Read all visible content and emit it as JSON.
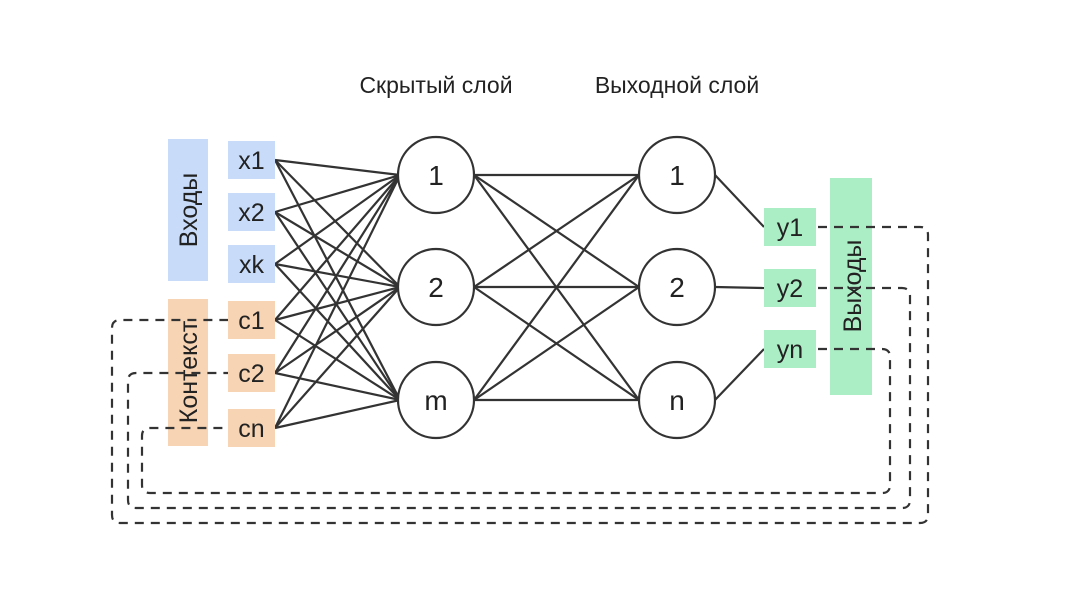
{
  "headers": {
    "hidden_layer": "Скрытый слой",
    "output_layer": "Выходной слой"
  },
  "group_labels": {
    "inputs": "Входы",
    "context": "Контекст",
    "outputs": "Выходы"
  },
  "inputs": [
    "x1",
    "x2",
    "xk"
  ],
  "context": [
    "c1",
    "c2",
    "cn"
  ],
  "hidden_nodes": [
    "1",
    "2",
    "m"
  ],
  "output_nodes": [
    "1",
    "2",
    "n"
  ],
  "outputs": [
    "y1",
    "y2",
    "yn"
  ],
  "colors": {
    "input_fill": "#c8dcf9",
    "context_fill": "#f7d4b4",
    "output_fill": "#abeec6",
    "line": "#333333"
  }
}
